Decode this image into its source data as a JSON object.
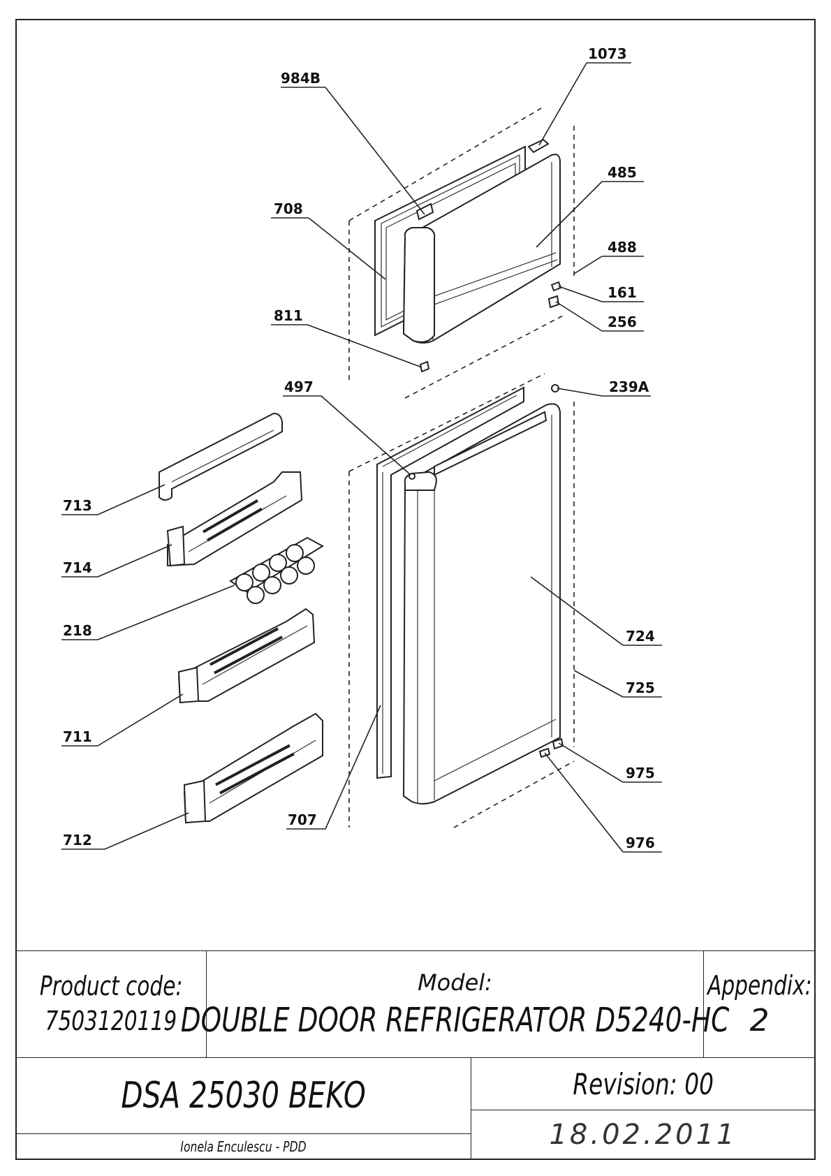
{
  "drawing": {
    "callouts": {
      "c1073": "1073",
      "c984B": "984B",
      "c485": "485",
      "c708": "708",
      "c488": "488",
      "c161": "161",
      "c256": "256",
      "c811": "811",
      "c497": "497",
      "c239A": "239A",
      "c713": "713",
      "c714": "714",
      "c218": "218",
      "c724": "724",
      "c725": "725",
      "c711": "711",
      "c975": "975",
      "c712": "712",
      "c707": "707",
      "c976": "976"
    }
  },
  "title_block": {
    "product_code_label": "Product code:",
    "product_code_value": "7503120119",
    "model_label": "Model:",
    "model_value": "DOUBLE DOOR REFRIGERATOR D5240-HC",
    "appendix_label": "Appendix:",
    "appendix_value": "2",
    "dsa": "DSA 25030 BEKO",
    "revision": "Revision: 00",
    "author": "Ionela Enculescu - PDD",
    "date": "18.02.2011"
  }
}
